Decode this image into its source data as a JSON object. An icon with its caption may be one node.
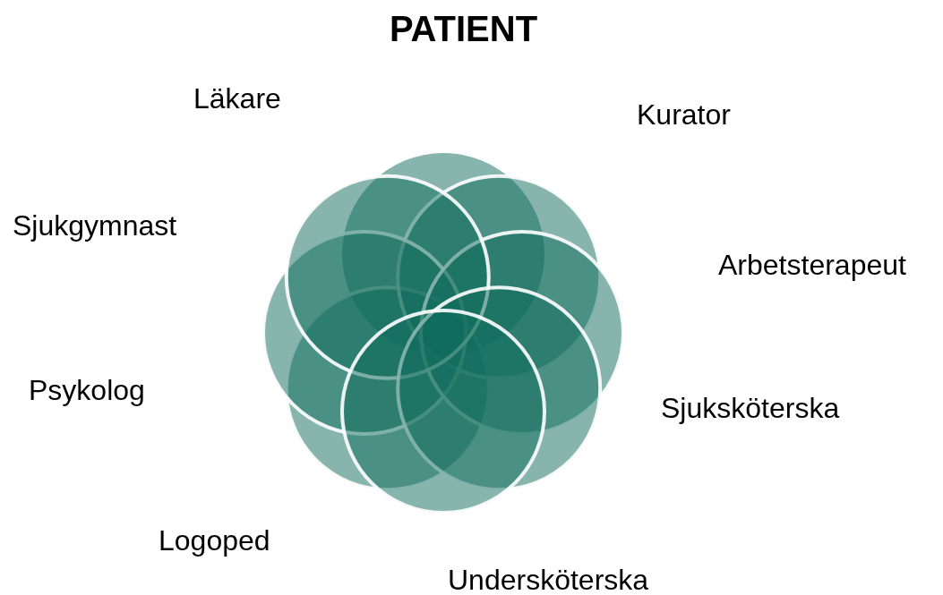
{
  "diagram": {
    "title": "PATIENT",
    "labels": [
      "Läkare",
      "Kurator",
      "Sjukgymnast",
      "Arbetsterapeut",
      "Psykolog",
      "Sjuksköterska",
      "Logoped",
      "Undersköterska"
    ]
  }
}
